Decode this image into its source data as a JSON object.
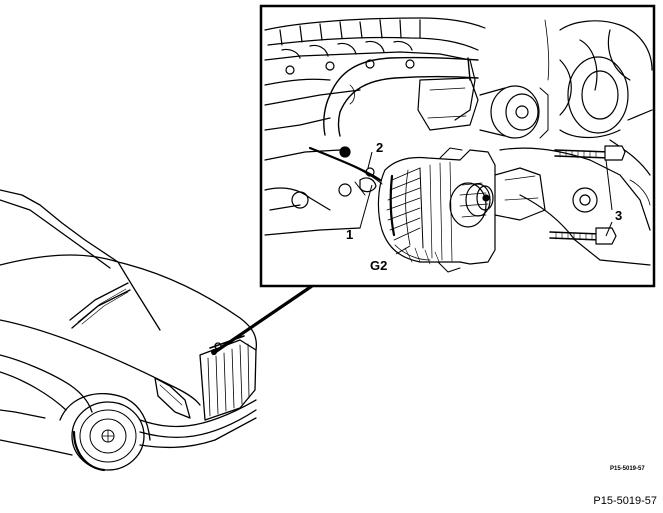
{
  "diagram": {
    "callouts": {
      "c1": "1",
      "c2": "2",
      "c3": "3",
      "g2": "G2"
    },
    "inner_code": "P15-5019-57",
    "figure_code": "P15-5019-57"
  }
}
